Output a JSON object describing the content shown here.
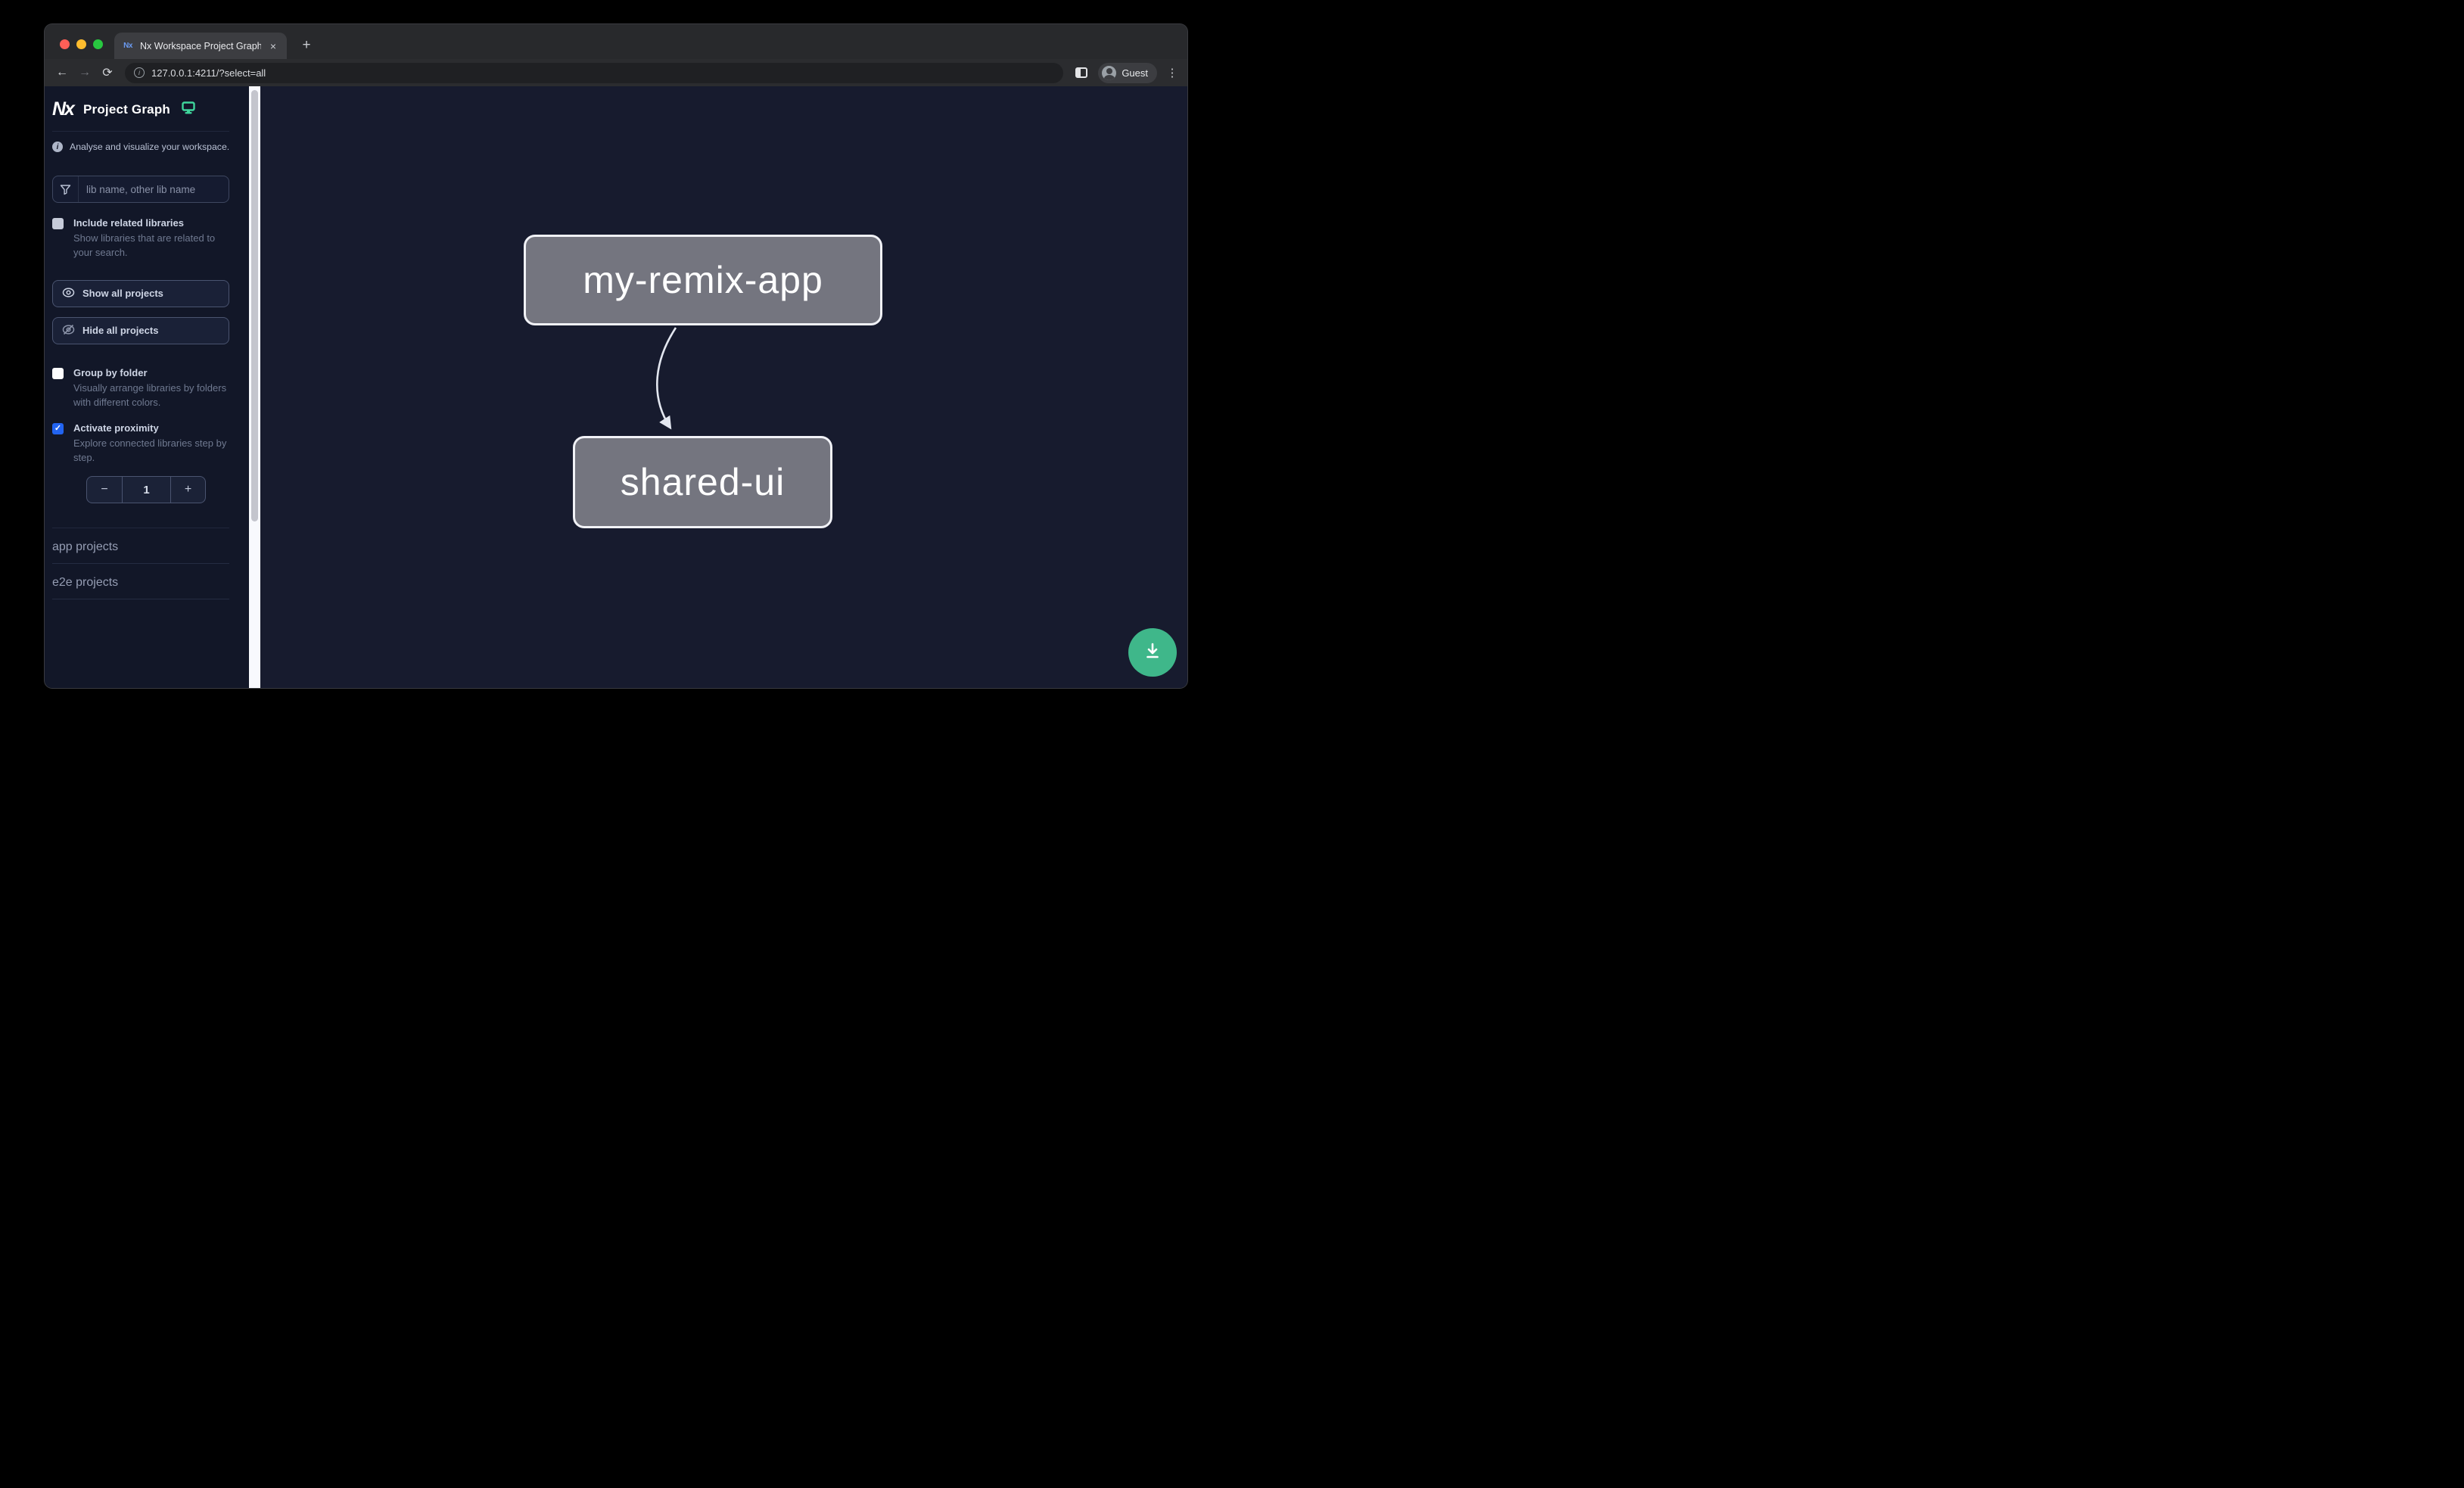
{
  "browser": {
    "tab": {
      "title": "Nx Workspace Project Graph",
      "favicon_text": "Nx",
      "close_glyph": "×"
    },
    "new_tab_glyph": "+",
    "toolbar": {
      "back_glyph": "←",
      "forward_glyph": "→",
      "reload_glyph": "⟳",
      "url_host": "127.0.0.1:4211",
      "url_path": "/?select=all",
      "info_glyph": "i",
      "profile_label": "Guest",
      "menu_glyph": "⋮"
    }
  },
  "sidebar": {
    "logo_text": "Nx",
    "title": "Project Graph",
    "tagline_icon_glyph": "i",
    "tagline": "Analyse and visualize your workspace.",
    "search": {
      "placeholder": "lib name, other lib name"
    },
    "toggles": [
      {
        "label": "Include related libraries",
        "description": "Show libraries that are related to your search.",
        "checked": false
      },
      {
        "label": "Group by folder",
        "description": "Visually arrange libraries by folders with different colors.",
        "checked": false
      },
      {
        "label": "Activate proximity",
        "description": "Explore connected libraries step by step.",
        "checked": true,
        "check_glyph": "✓"
      }
    ],
    "buttons": [
      {
        "label": "Show all projects",
        "icon": "eye-icon"
      },
      {
        "label": "Hide all projects",
        "icon": "eye-off-icon"
      }
    ],
    "stepper": {
      "decrement_glyph": "−",
      "value": "1",
      "increment_glyph": "+"
    },
    "sections": [
      {
        "label": "app projects"
      },
      {
        "label": "e2e projects"
      }
    ]
  },
  "graph": {
    "nodes": [
      {
        "label": "my-remix-app"
      },
      {
        "label": "shared-ui"
      }
    ],
    "edge": {
      "from": "my-remix-app",
      "to": "shared-ui"
    }
  },
  "fab": {
    "icon": "download-icon"
  },
  "colors": {
    "accent_green": "#3fd69c",
    "fab_green": "#3fb78a",
    "checkbox_blue": "#2264f1",
    "node_fill": "#74757f",
    "node_border": "#f1f2f7",
    "sidebar_bg": "#121728",
    "canvas_bg": "#171b2e",
    "traffic_lights": [
      "#ff5f57",
      "#febc2e",
      "#28c840"
    ]
  }
}
